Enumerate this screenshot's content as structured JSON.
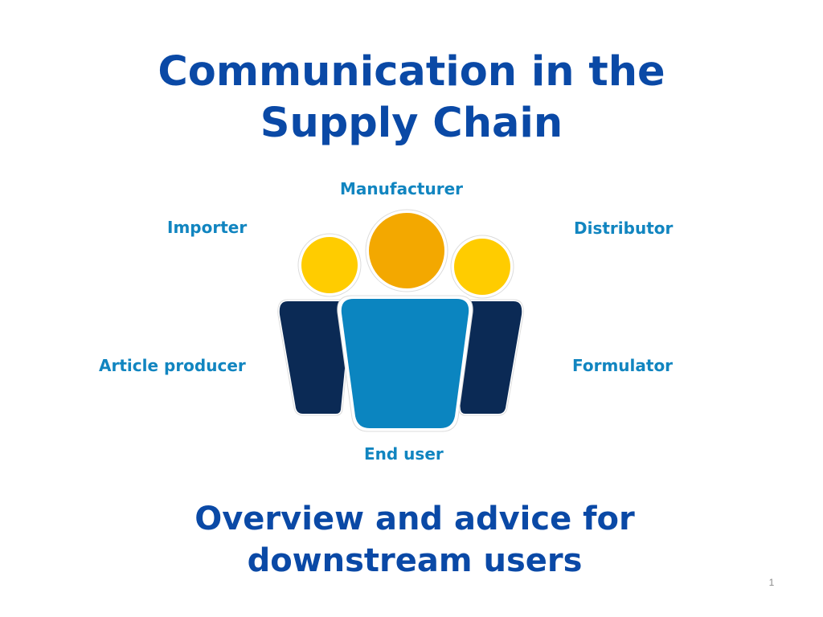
{
  "slide": {
    "title_line1": "Communication in the",
    "title_line2": "Supply Chain",
    "subtitle_line1": "Overview and advice for",
    "subtitle_line2": "downstream users",
    "slide_number": "1"
  },
  "roles": {
    "manufacturer": "Manufacturer",
    "importer": "Importer",
    "distributor": "Distributor",
    "article_producer": "Article producer",
    "formulator": "Formulator",
    "end_user": "End user"
  },
  "icon": {
    "name": "people-group-icon",
    "colors": {
      "center_head": "#f3a800",
      "side_heads": "#ffcc00",
      "center_body": "#0b85c0",
      "side_bodies": "#0b2a55",
      "title_text": "#0a49a6",
      "label_text": "#1185c0"
    }
  }
}
